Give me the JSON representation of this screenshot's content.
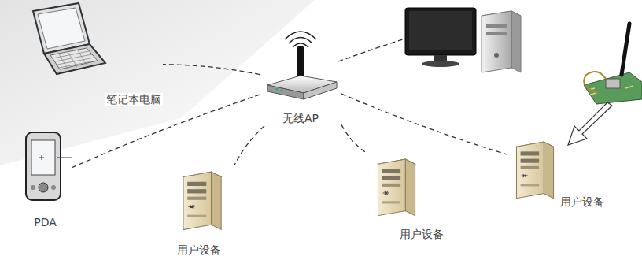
{
  "diagram": {
    "nodes": [
      {
        "text": [
          "笔记本电脑"
        ]
      },
      {
        "text": [
          "无线AP"
        ]
      },
      {
        "text": [
          "PDA"
        ]
      },
      {
        "text": [
          "用户设备"
        ]
      },
      {
        "text": [
          "用户设备"
        ]
      },
      {
        "text": [
          "用户设备"
        ]
      }
    ],
    "edges": [
      {
        "from": 1,
        "to": 0,
        "arrow": "none"
      },
      {
        "from": 1,
        "to": 2,
        "arrow": "none"
      },
      {
        "from": 1,
        "to": 3,
        "arrow": "none"
      },
      {
        "from": 1,
        "to": 4,
        "arrow": "none"
      },
      {
        "from": 1,
        "to": 5,
        "arrow": "none"
      }
    ]
  }
}
